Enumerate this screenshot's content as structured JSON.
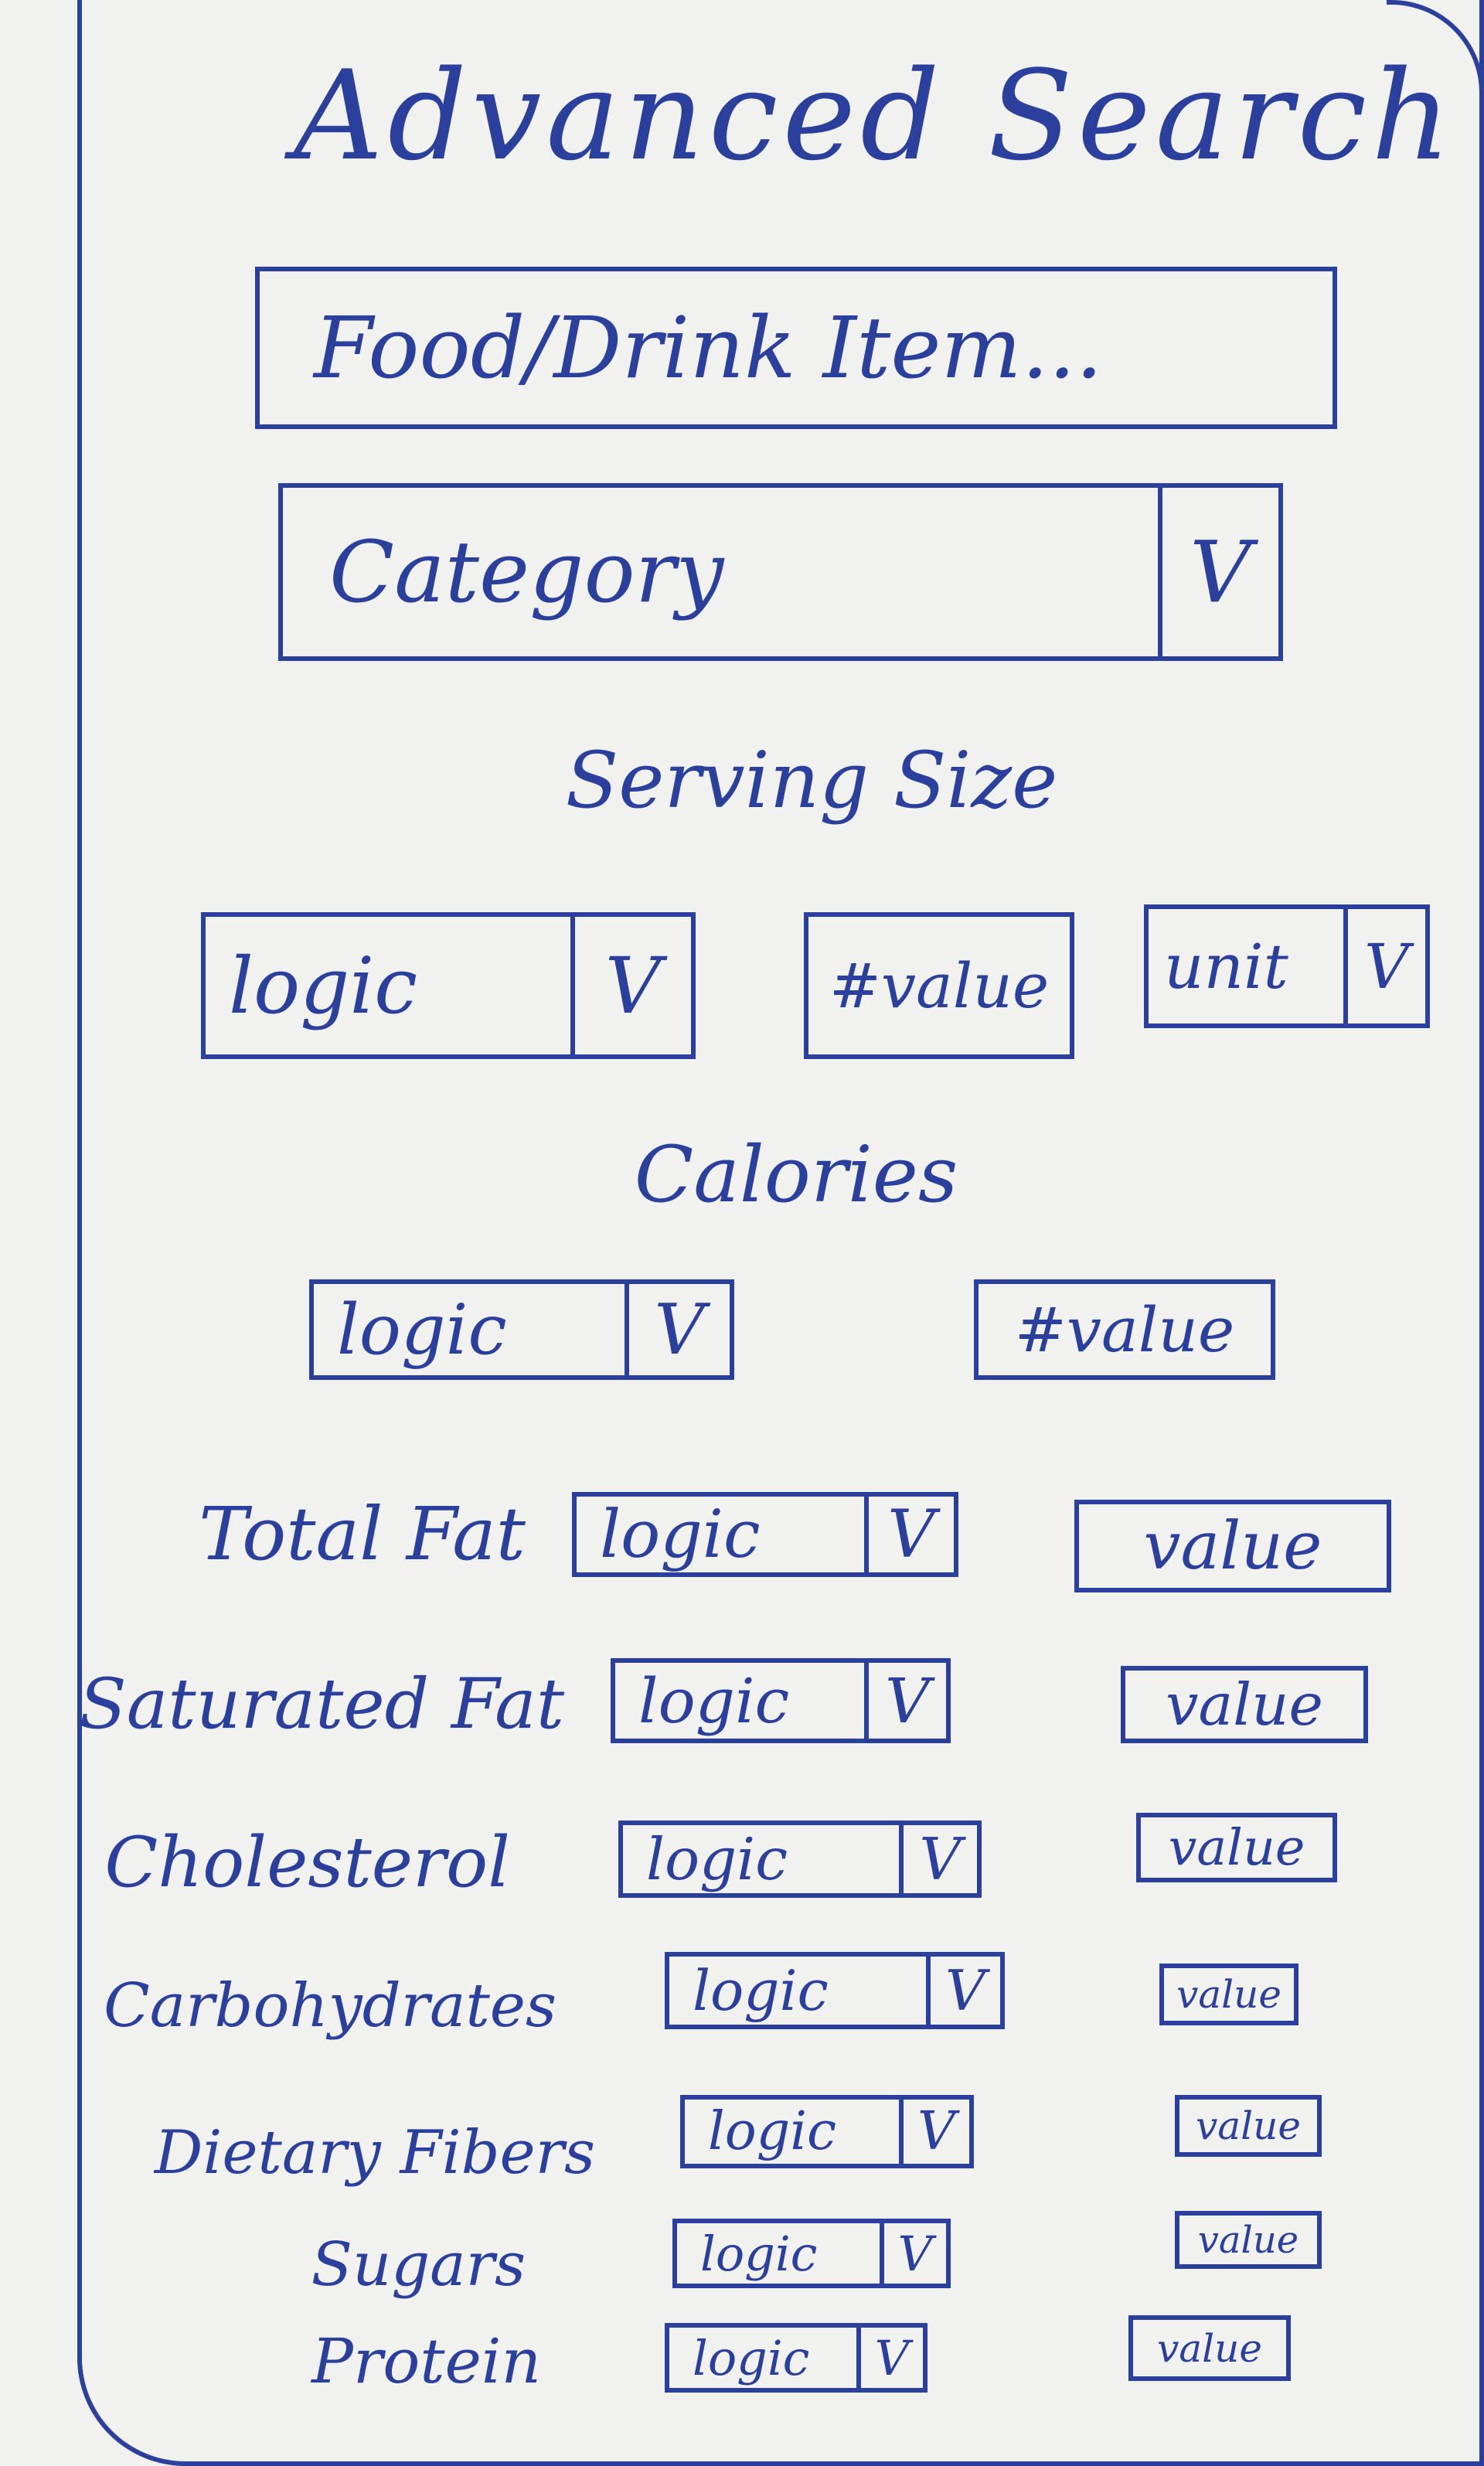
{
  "title": "Advanced Search",
  "search": {
    "placeholder": "Food/Drink Item..."
  },
  "category": {
    "label": "Category",
    "caret": "V"
  },
  "serving_size": {
    "heading": "Serving Size",
    "logic_label": "logic",
    "value_label": "#value",
    "unit_label": "unit",
    "caret": "V"
  },
  "calories": {
    "heading": "Calories",
    "logic_label": "logic",
    "value_label": "#value",
    "caret": "V"
  },
  "nutrients": [
    {
      "label": "Total Fat",
      "logic": "logic",
      "caret": "V",
      "value": "value"
    },
    {
      "label": "Saturated Fat",
      "logic": "logic",
      "caret": "V",
      "value": "value"
    },
    {
      "label": "Cholesterol",
      "logic": "logic",
      "caret": "V",
      "value": "value"
    },
    {
      "label": "Carbohydrates",
      "logic": "logic",
      "caret": "V",
      "value": "value"
    },
    {
      "label": "Dietary Fibers",
      "logic": "logic",
      "caret": "V",
      "value": "value"
    },
    {
      "label": "Sugars",
      "logic": "logic",
      "caret": "V",
      "value": "value"
    },
    {
      "label": "Protein",
      "logic": "logic",
      "caret": "V",
      "value": "value"
    }
  ],
  "colors": {
    "ink": "#2b3f9c",
    "paper": "#f1f1ef"
  }
}
